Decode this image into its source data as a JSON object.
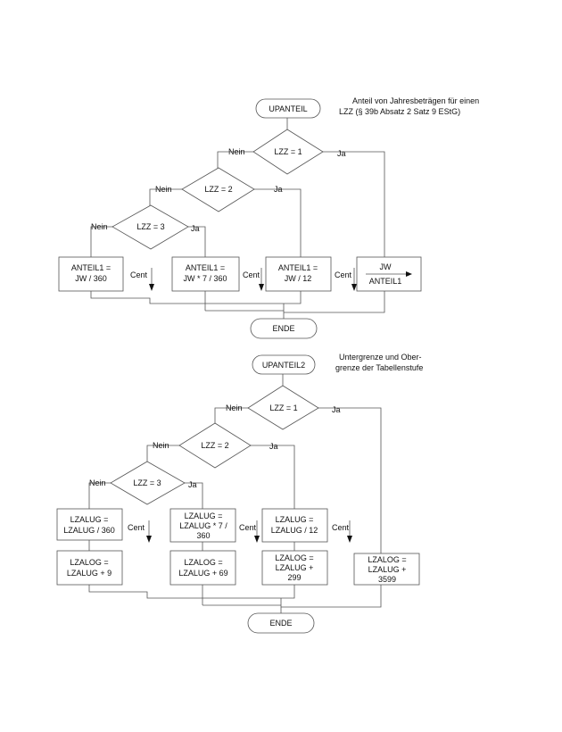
{
  "diagram1": {
    "start": "UPANTEIL",
    "note_line1": "Anteil von Jahresbeträgen für einen",
    "note_line2": "LZZ (§ 39b Absatz 2 Satz 9 EStG)",
    "decisions": [
      "LZZ = 1",
      "LZZ = 2",
      "LZZ = 3"
    ],
    "yes_label": "Ja",
    "no_label": "Nein",
    "cent_label": "Cent",
    "box1": [
      "ANTEIL1 =",
      "JW / 360"
    ],
    "box2": [
      "ANTEIL1 =",
      "JW * 7 / 360"
    ],
    "box3": [
      "ANTEIL1 =",
      "JW / 12"
    ],
    "box4": [
      "JW",
      "ANTEIL1"
    ],
    "end": "ENDE"
  },
  "diagram2": {
    "start": "UPANTEIL2",
    "note_line1": "Untergrenze und Ober-",
    "note_line2": "grenze der Tabellenstufe",
    "decisions": [
      "LZZ = 1",
      "LZZ = 2",
      "LZZ = 3"
    ],
    "yes_label": "Ja",
    "no_label": "Nein",
    "cent_label": "Cent",
    "boxA1": [
      "LZALUG =",
      "LZALUG / 360"
    ],
    "boxA2": [
      "LZALUG =",
      "LZALUG * 7 /",
      "360"
    ],
    "boxA3": [
      "LZALUG =",
      "LZALUG / 12"
    ],
    "boxB1": [
      "LZALOG =",
      "LZALUG + 9"
    ],
    "boxB2": [
      "LZALOG =",
      "LZALUG + 69"
    ],
    "boxB3": [
      "LZALOG =",
      "LZALUG +",
      "299"
    ],
    "boxB4": [
      "LZALOG =",
      "LZALUG +",
      "3599"
    ],
    "end": "ENDE"
  }
}
